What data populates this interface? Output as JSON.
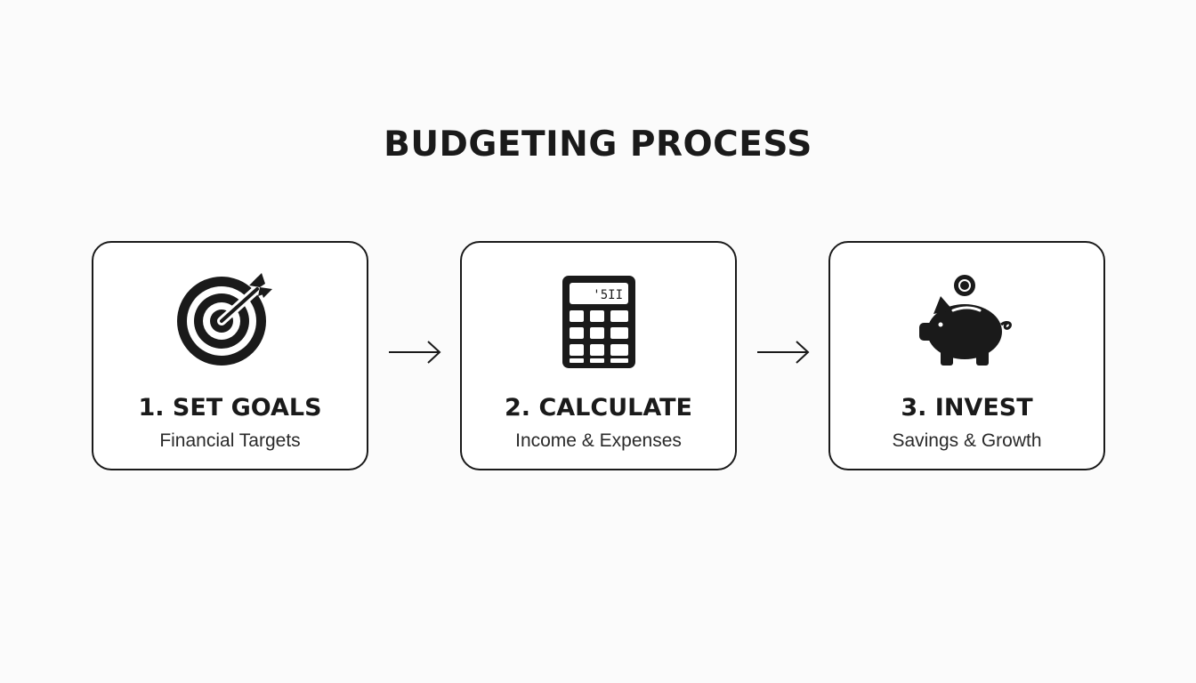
{
  "title": "BUDGETING PROCESS",
  "steps": [
    {
      "title": "1. SET GOALS",
      "subtitle": "Financial Targets",
      "icon": "target-icon"
    },
    {
      "title": "2. CALCULATE",
      "subtitle": "Income & Expenses",
      "icon": "calculator-icon",
      "display": "'5II"
    },
    {
      "title": "3. INVEST",
      "subtitle": "Savings & Growth",
      "icon": "piggy-bank-icon"
    }
  ],
  "colors": {
    "ink": "#1a1a1a",
    "background": "#fbfbfb",
    "card": "#ffffff"
  }
}
